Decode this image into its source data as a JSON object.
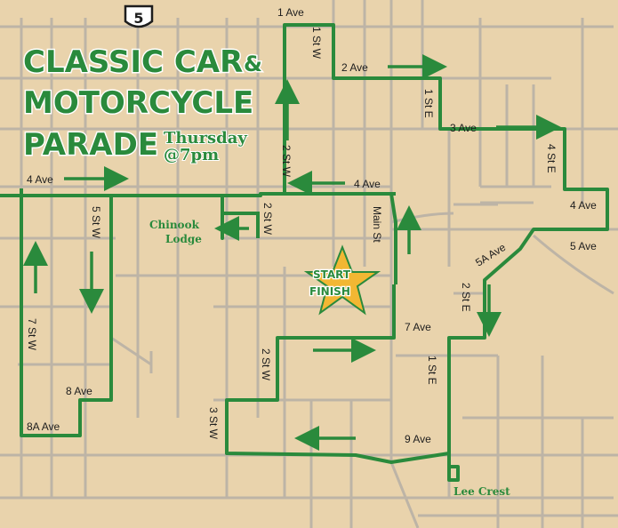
{
  "title": {
    "line1": "CLASSIC CAR",
    "amp": "&",
    "line2": "MOTORCYCLE",
    "line3": "PARADE",
    "day": "Thursday",
    "time": "@7pm"
  },
  "highway_shield": "5",
  "start_finish": {
    "line1": "START",
    "line2": "FINISH"
  },
  "poi": {
    "chinook_line1": "Chinook",
    "chinook_line2": "Lodge",
    "lee_crest": "Lee Crest"
  },
  "streets": {
    "ave1": "1 Ave",
    "ave2": "2 Ave",
    "ave3": "3 Ave",
    "ave4_west": "4 Ave",
    "ave4_mid": "4 Ave",
    "ave4_east": "4 Ave",
    "ave5": "5 Ave",
    "ave5a": "5A Ave",
    "ave7": "7 Ave",
    "ave8": "8 Ave",
    "ave8a": "8A Ave",
    "ave9": "9 Ave",
    "st1w": "1 St W",
    "st2w_upper": "2 St W",
    "st2w_mid": "2 St W",
    "st2w_lower": "2 St W",
    "st3w": "3 St W",
    "st5w": "5 St W",
    "st7w": "7 St W",
    "st1e_upper": "1 St E",
    "st1e_lower": "1 St E",
    "st2e": "2 St E",
    "st4e": "4 St E",
    "main_st": "Main St"
  },
  "colors": {
    "background": "#e9d3ac",
    "roads": "#bdb4a6",
    "route": "#2a8a3c",
    "star": "#f2b733"
  }
}
